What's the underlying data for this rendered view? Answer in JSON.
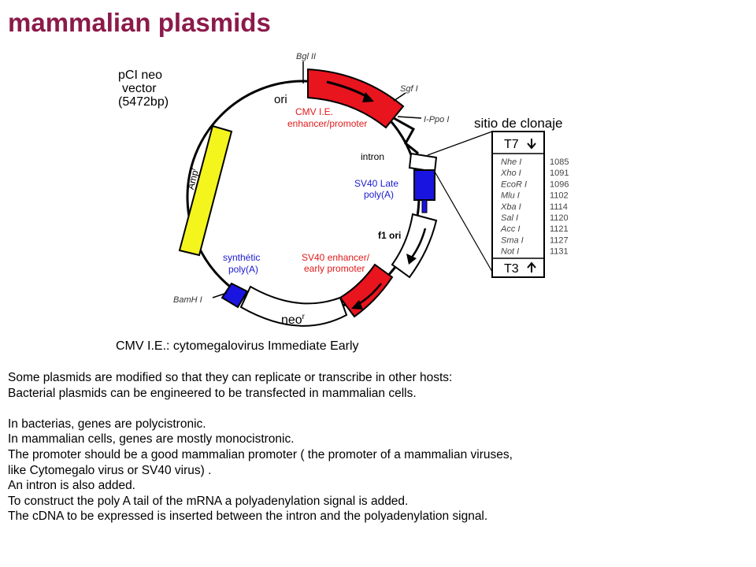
{
  "title": "mammalian plasmids",
  "diagram": {
    "vector_name": [
      "pCI neo",
      "vector",
      "(5472bp)"
    ],
    "ori": "ori",
    "bglII": "Bgl II",
    "sgfI": "Sgf I",
    "ippoI": "I-Ppo I",
    "cmv_label": [
      "CMV I.E.",
      "enhancer/promoter"
    ],
    "intron": "intron",
    "sv40_late": [
      "SV40 Late",
      "poly(A)"
    ],
    "f1_ori": "f1 ori",
    "sv40_enh": [
      "SV40 enhancer/",
      "early promoter"
    ],
    "neo": "neo",
    "neo_sup": "r",
    "synthetic": [
      "synthétic",
      "poly(A)"
    ],
    "bamhI": "BamH I",
    "ampr": "Amp",
    "ampr_sup": "r",
    "cloning_title": "sitio de clonaje",
    "t7": "T7",
    "t3": "T3",
    "sites": [
      {
        "enzyme": "Nhe I",
        "pos": "1085"
      },
      {
        "enzyme": "Xho I",
        "pos": "1091"
      },
      {
        "enzyme": "EcoR I",
        "pos": "1096"
      },
      {
        "enzyme": "Mlu I",
        "pos": "1102"
      },
      {
        "enzyme": "Xba I",
        "pos": "1114"
      },
      {
        "enzyme": "Sal I",
        "pos": "1120"
      },
      {
        "enzyme": "Acc I",
        "pos": "1121"
      },
      {
        "enzyme": "Sma I",
        "pos": "1127"
      },
      {
        "enzyme": "Not I",
        "pos": "1131"
      }
    ],
    "footnote": "CMV I.E.: cytomegalovirus Immediate Early",
    "colors": {
      "red": "#e8141e",
      "blue": "#1a14e0",
      "yellow": "#f5f51e",
      "title": "#8b1a4a",
      "red_text": "#e01a1a",
      "blue_text": "#1a1ad0"
    }
  },
  "body": {
    "lines_a": [
      "Some plasmids are modified so that they can replicate or transcribe in other hosts:",
      "Bacterial plasmids can be engineered to be transfected in mammalian cells."
    ],
    "lines_b": [
      "In bacterias, genes are polycistronic.",
      "In mammalian cells, genes are mostly monocistronic.",
      "The promoter should be a good mammalian promoter ( the promoter of a mammalian viruses,",
      "like Cytomegalo virus or SV40 virus) .",
      "An intron is also added.",
      "To construct the poly A tail of the mRNA a polyadenylation signal is added.",
      "The cDNA to be expressed is inserted between the intron and the polyadenylation signal."
    ]
  }
}
